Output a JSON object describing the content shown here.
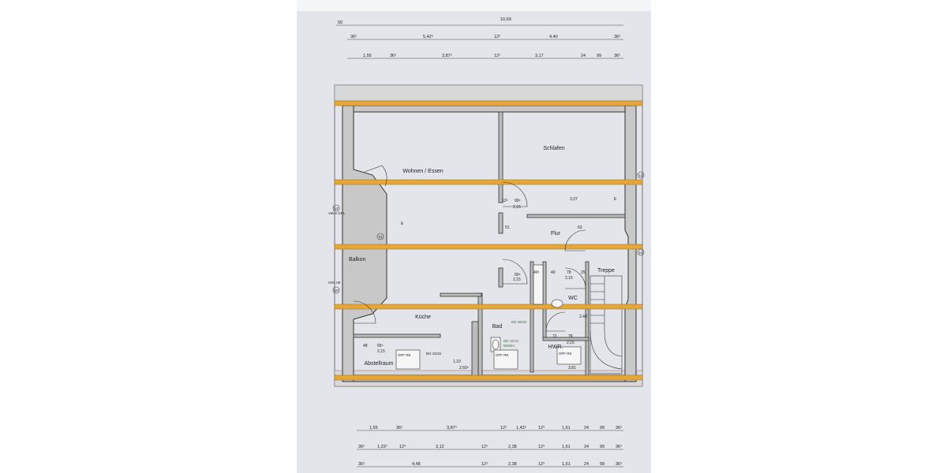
{
  "rooms": {
    "wohnen": "Wohnen / Essen",
    "schlafen": "Schlafen",
    "flur": "Flur",
    "balkon": "Balkon",
    "kueche": "Küche",
    "bad": "Bad",
    "wc": "WC",
    "treppe": "Treppe",
    "hwr": "HWR.",
    "abstellraum": "Abstellraum"
  },
  "top_dimensions": {
    "row1": [
      "50",
      "10,69"
    ],
    "row2": [
      "36⁵",
      "5,42⁵",
      "12⁵",
      "4,40",
      "36⁵"
    ],
    "row3": [
      "1,55",
      "36⁵",
      "3,87⁵",
      "12⁵",
      "3,17",
      "24",
      "99",
      "36⁵"
    ]
  },
  "bottom_dimensions": {
    "row1": [
      "1,55",
      "36⁵",
      "3,87⁵",
      "12⁵",
      "1,43⁵",
      "12⁵",
      "1,61",
      "24",
      "99",
      "36⁵"
    ],
    "row2": [
      "36⁵",
      "1,23⁵",
      "12⁵",
      "3,12",
      "12⁵",
      "2,38",
      "12⁵",
      "1,61",
      "24",
      "99",
      "36⁵"
    ],
    "row3": [
      "36⁵",
      "4,48",
      "12⁵",
      "2,38",
      "12⁵",
      "1,61",
      "24",
      "99",
      "36⁵"
    ]
  },
  "door_labels": {
    "flur_door_width": "90⁵",
    "flur_door_height": "2,15",
    "flur_wall": "12⁵",
    "flur_right_dim": "3,37",
    "kueche_door_width": "90⁵",
    "kueche_door_height": "2,15",
    "bad_door": "40⁶",
    "wc_dims": [
      "40",
      "78",
      "25"
    ],
    "wc_door_height": "2,15",
    "wc_side": "2,48",
    "hwr_dims": [
      "73",
      "78"
    ],
    "hwr_door_height": "2,15",
    "hwr_width": "3,81",
    "abst_dims": [
      "48",
      "65⁵"
    ],
    "abst_door_height": "2,15",
    "kueche_dim": "2,60⁵",
    "kueche_side": "1,10",
    "flur_mid": "51",
    "flur_extra": "63"
  },
  "fixture_labels": {
    "velux1": "Velux GPL",
    "velux2": "GPL 08",
    "bad_vent": "DD 36/15",
    "bad_vent2": "DD 12/12",
    "bad_elektro": "Elektro",
    "kueche_vent": "BO 15/15",
    "abst_box": "OFF R8",
    "bad_box": "OFF R8",
    "hwr_box": "OFF R8"
  },
  "circle_labels": [
    "11",
    "12",
    "13",
    "14",
    "10"
  ],
  "marker_e": "E"
}
